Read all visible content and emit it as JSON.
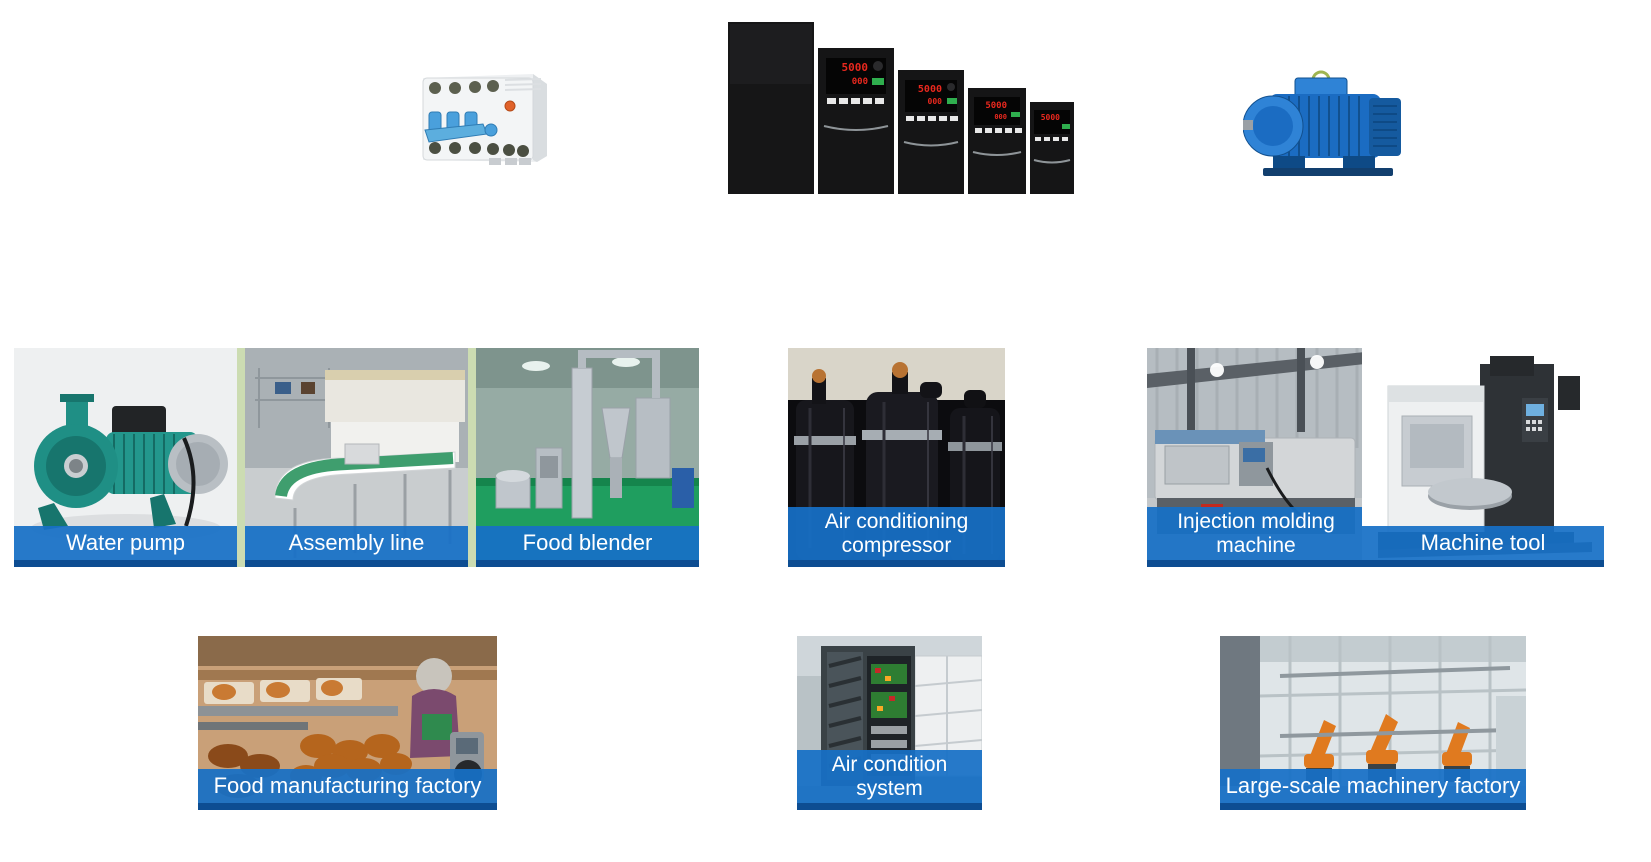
{
  "page": {
    "background": "#ffffff"
  },
  "colors": {
    "label_blue": "#1770c6",
    "label_blue_dark": "#0d4d92",
    "label_text": "#ffffff",
    "strip_divider_green": "#ccdcb2"
  },
  "products": {
    "inverter_display": {
      "line1": "5000",
      "line2": "000"
    }
  },
  "applications": {
    "strip": [
      {
        "label_lines": [
          "Water pump"
        ]
      },
      {
        "label_lines": [
          "Assembly line"
        ]
      },
      {
        "label_lines": [
          "Food blender"
        ]
      }
    ],
    "cards": [
      {
        "label_lines": [
          "Air conditioning",
          "compressor"
        ]
      },
      {
        "label_lines": [
          "Injection molding",
          "machine"
        ]
      },
      {
        "label_lines": [
          "Machine tool"
        ]
      },
      {
        "label_lines": [
          "Food manufacturing factory"
        ]
      },
      {
        "label_lines": [
          "Air condition",
          "system"
        ]
      },
      {
        "label_lines": [
          "Large-scale machinery factory"
        ]
      }
    ]
  }
}
